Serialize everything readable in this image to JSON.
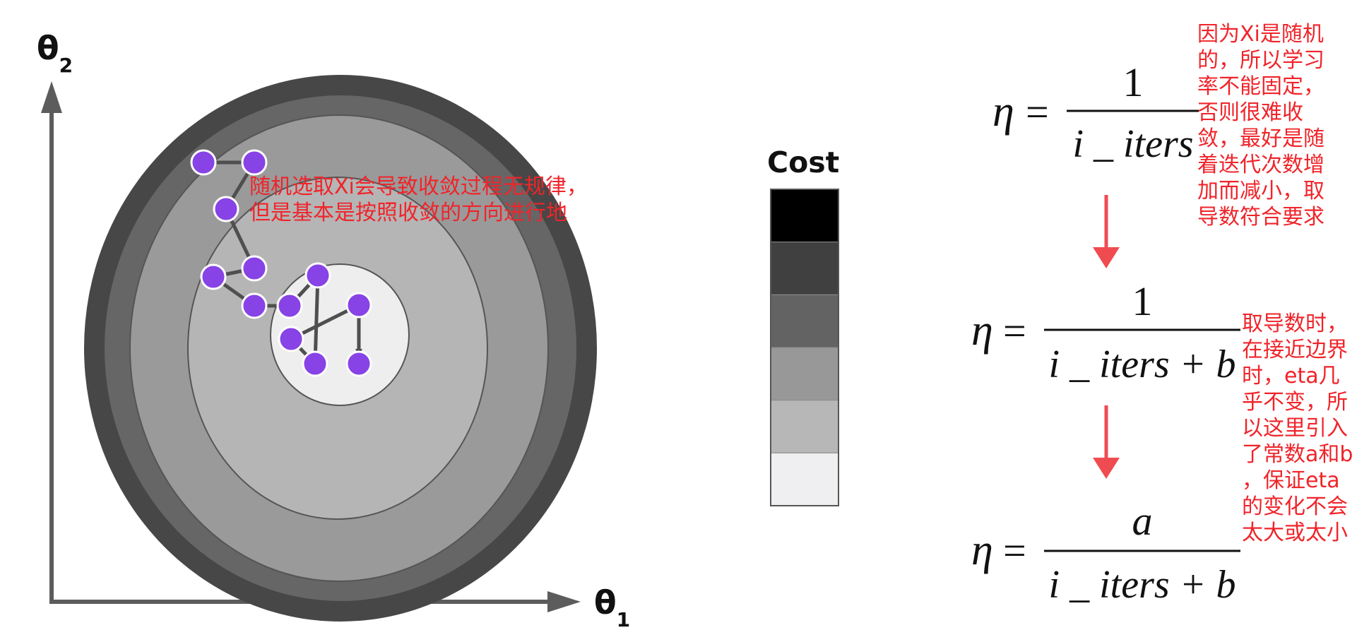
{
  "axes": {
    "y_label_main": "θ",
    "y_label_sub": "2",
    "x_label_main": "θ",
    "x_label_sub": "1"
  },
  "path_annotation": "随机选取Xi会导致收敛过程无规律，\n但是基本是按照收敛的方向进行地",
  "legend": {
    "title": "Cost",
    "swatch_colors": [
      "#000000",
      "#404040",
      "#636363",
      "#989898",
      "#b7b7b7",
      "#efeff1"
    ]
  },
  "contour_colors": {
    "outer_ring": "#474747",
    "ring_2": "#666666",
    "ring_3": "#9a9a9a",
    "ring_4": "#b5b5b5",
    "center": "#eeeeee"
  },
  "point_color": "#8843e6",
  "arrow_color": "#f04b50",
  "equations": [
    {
      "lhs": "η",
      "equals": "=",
      "numerator": "1",
      "denominator": "i _ iters"
    },
    {
      "lhs": "η",
      "equals": "=",
      "numerator": "1",
      "denominator": "i _ iters + b"
    },
    {
      "lhs": "η",
      "equals": "=",
      "numerator": "a",
      "denominator": "i _ iters + b"
    }
  ],
  "notes": {
    "first": "因为Xi是随机\n的，所以学习\n率不能固定，\n否则很难收\n敛，最好是随\n着迭代次数增\n加而减小，取\n导数符合要求",
    "second": "取导数时，\n在接近边界\n时，eta几\n乎不变，所\n以这里引入\n了常数a和b\n，保证eta\n的变化不会\n太大或太小"
  }
}
